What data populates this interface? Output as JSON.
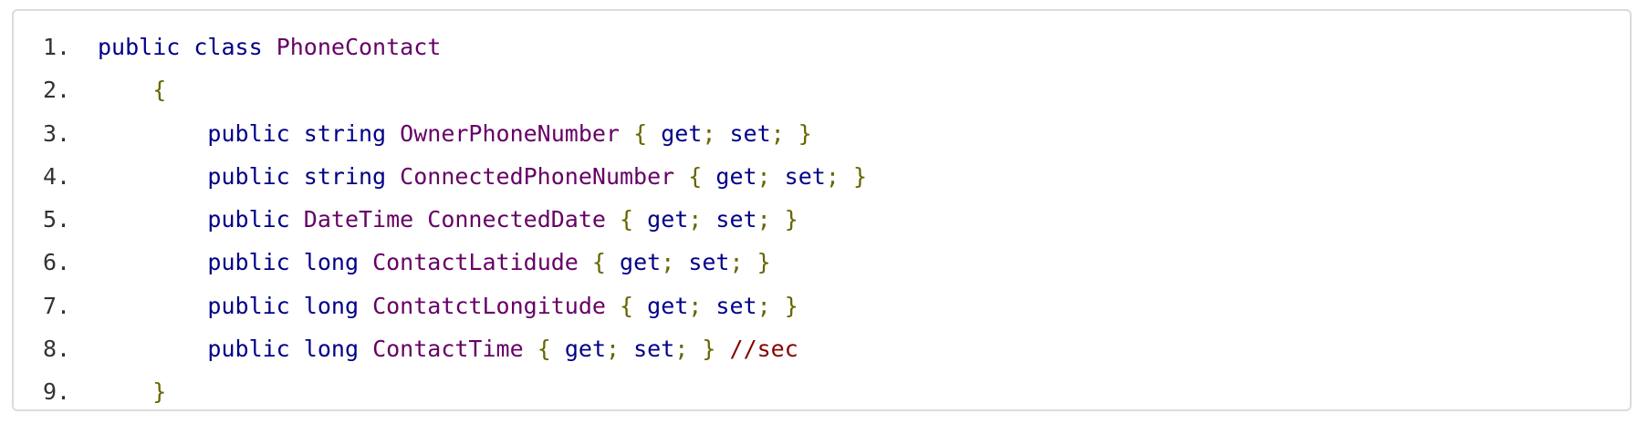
{
  "colors": {
    "keyword": "#000088",
    "type": "#660066",
    "punctuation": "#666600",
    "comment": "#880000"
  },
  "lines": [
    {
      "num": "1.",
      "tokens": [
        [
          "kw",
          "public"
        ],
        [
          "pl",
          " "
        ],
        [
          "kw",
          "class"
        ],
        [
          "pl",
          " "
        ],
        [
          "ty",
          "PhoneContact"
        ]
      ]
    },
    {
      "num": "2.",
      "tokens": [
        [
          "pl",
          "    "
        ],
        [
          "pn",
          "{"
        ]
      ]
    },
    {
      "num": "3.",
      "tokens": [
        [
          "pl",
          "        "
        ],
        [
          "kw",
          "public"
        ],
        [
          "pl",
          " "
        ],
        [
          "kw",
          "string"
        ],
        [
          "pl",
          " "
        ],
        [
          "ty",
          "OwnerPhoneNumber"
        ],
        [
          "pl",
          " "
        ],
        [
          "pn",
          "{"
        ],
        [
          "pl",
          " "
        ],
        [
          "kw",
          "get"
        ],
        [
          "pn",
          ";"
        ],
        [
          "pl",
          " "
        ],
        [
          "kw",
          "set"
        ],
        [
          "pn",
          ";"
        ],
        [
          "pl",
          " "
        ],
        [
          "pn",
          "}"
        ]
      ]
    },
    {
      "num": "4.",
      "tokens": [
        [
          "pl",
          "        "
        ],
        [
          "kw",
          "public"
        ],
        [
          "pl",
          " "
        ],
        [
          "kw",
          "string"
        ],
        [
          "pl",
          " "
        ],
        [
          "ty",
          "ConnectedPhoneNumber"
        ],
        [
          "pl",
          " "
        ],
        [
          "pn",
          "{"
        ],
        [
          "pl",
          " "
        ],
        [
          "kw",
          "get"
        ],
        [
          "pn",
          ";"
        ],
        [
          "pl",
          " "
        ],
        [
          "kw",
          "set"
        ],
        [
          "pn",
          ";"
        ],
        [
          "pl",
          " "
        ],
        [
          "pn",
          "}"
        ]
      ]
    },
    {
      "num": "5.",
      "tokens": [
        [
          "pl",
          "        "
        ],
        [
          "kw",
          "public"
        ],
        [
          "pl",
          " "
        ],
        [
          "ty",
          "DateTime"
        ],
        [
          "pl",
          " "
        ],
        [
          "ty",
          "ConnectedDate"
        ],
        [
          "pl",
          " "
        ],
        [
          "pn",
          "{"
        ],
        [
          "pl",
          " "
        ],
        [
          "kw",
          "get"
        ],
        [
          "pn",
          ";"
        ],
        [
          "pl",
          " "
        ],
        [
          "kw",
          "set"
        ],
        [
          "pn",
          ";"
        ],
        [
          "pl",
          " "
        ],
        [
          "pn",
          "}"
        ]
      ]
    },
    {
      "num": "6.",
      "tokens": [
        [
          "pl",
          "        "
        ],
        [
          "kw",
          "public"
        ],
        [
          "pl",
          " "
        ],
        [
          "kw",
          "long"
        ],
        [
          "pl",
          " "
        ],
        [
          "ty",
          "ContactLatidude"
        ],
        [
          "pl",
          " "
        ],
        [
          "pn",
          "{"
        ],
        [
          "pl",
          " "
        ],
        [
          "kw",
          "get"
        ],
        [
          "pn",
          ";"
        ],
        [
          "pl",
          " "
        ],
        [
          "kw",
          "set"
        ],
        [
          "pn",
          ";"
        ],
        [
          "pl",
          " "
        ],
        [
          "pn",
          "}"
        ]
      ]
    },
    {
      "num": "7.",
      "tokens": [
        [
          "pl",
          "        "
        ],
        [
          "kw",
          "public"
        ],
        [
          "pl",
          " "
        ],
        [
          "kw",
          "long"
        ],
        [
          "pl",
          " "
        ],
        [
          "ty",
          "ContatctLongitude"
        ],
        [
          "pl",
          " "
        ],
        [
          "pn",
          "{"
        ],
        [
          "pl",
          " "
        ],
        [
          "kw",
          "get"
        ],
        [
          "pn",
          ";"
        ],
        [
          "pl",
          " "
        ],
        [
          "kw",
          "set"
        ],
        [
          "pn",
          ";"
        ],
        [
          "pl",
          " "
        ],
        [
          "pn",
          "}"
        ]
      ]
    },
    {
      "num": "8.",
      "tokens": [
        [
          "pl",
          "        "
        ],
        [
          "kw",
          "public"
        ],
        [
          "pl",
          " "
        ],
        [
          "kw",
          "long"
        ],
        [
          "pl",
          " "
        ],
        [
          "ty",
          "ContactTime"
        ],
        [
          "pl",
          " "
        ],
        [
          "pn",
          "{"
        ],
        [
          "pl",
          " "
        ],
        [
          "kw",
          "get"
        ],
        [
          "pn",
          ";"
        ],
        [
          "pl",
          " "
        ],
        [
          "kw",
          "set"
        ],
        [
          "pn",
          ";"
        ],
        [
          "pl",
          " "
        ],
        [
          "pn",
          "}"
        ],
        [
          "pl",
          " "
        ],
        [
          "com",
          "//sec"
        ]
      ]
    },
    {
      "num": "9.",
      "tokens": [
        [
          "pl",
          "    "
        ],
        [
          "pn",
          "}"
        ]
      ]
    }
  ]
}
